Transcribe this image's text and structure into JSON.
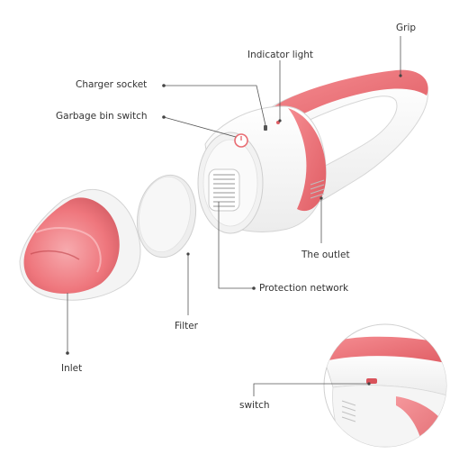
{
  "labels": {
    "grip": "Grip",
    "indicator_light": "Indicator light",
    "charger_socket": "Charger socket",
    "garbage_bin_switch": "Garbage bin switch",
    "the_outlet": "The outlet",
    "protection_network": "Protection network",
    "filter": "Filter",
    "inlet": "Inlet",
    "switch": "switch"
  },
  "colors": {
    "accent": "#ee6b72",
    "accent_dark": "#d9535b",
    "body": "#f7f7f7",
    "outline": "#d8d8d8",
    "line": "#555555"
  }
}
